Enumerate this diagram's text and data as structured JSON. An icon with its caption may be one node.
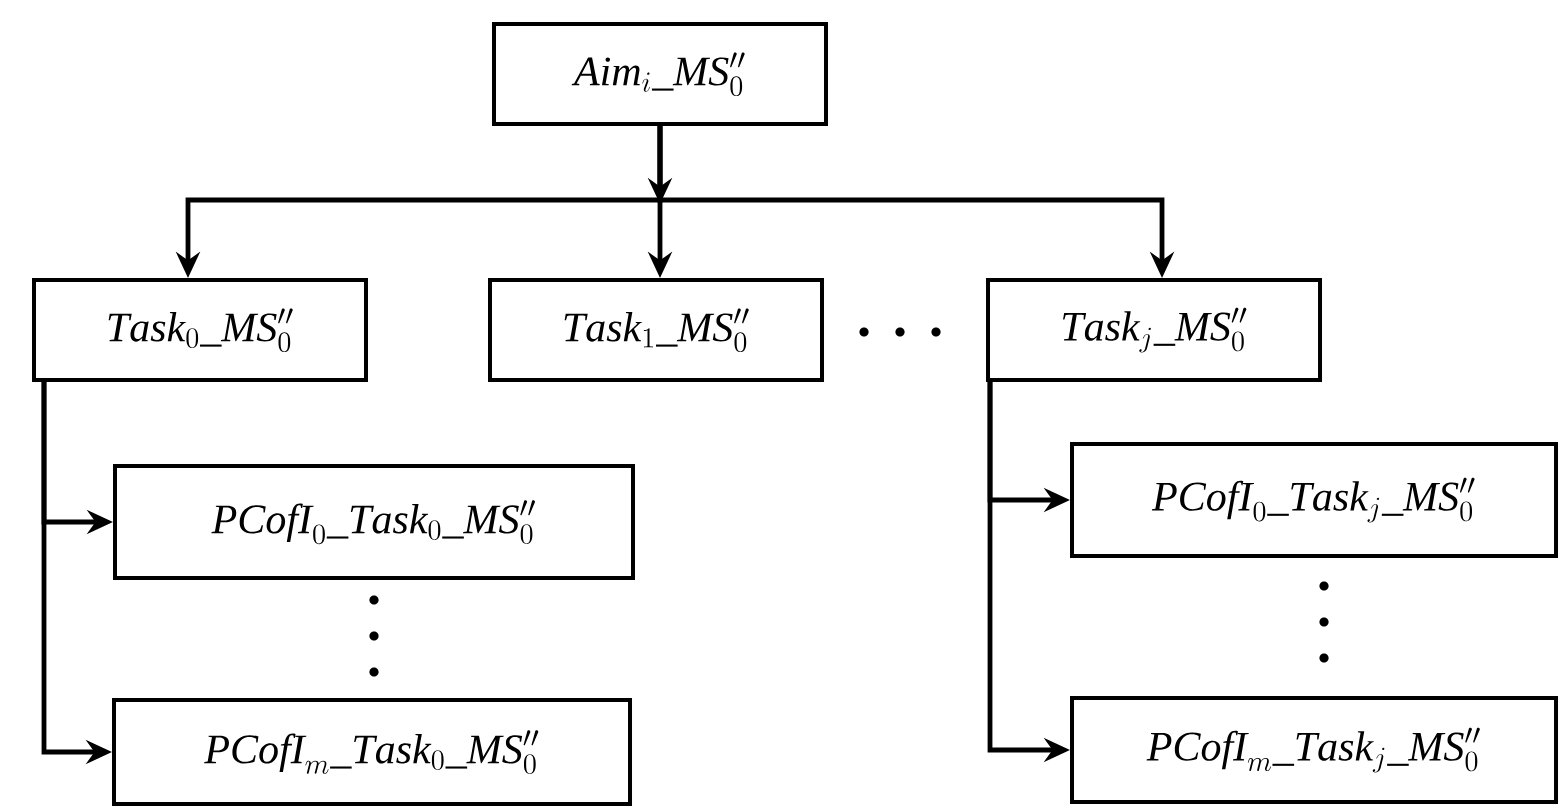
{
  "diagram": {
    "nodes": [
      {
        "text": [
          "\\mathit{Aim}_i\\_\\mathit{MS}''_0"
        ]
      },
      {
        "text": [
          "\\mathit{Task}_0\\_\\mathit{MS}''_0"
        ]
      },
      {
        "text": [
          "\\mathit{Task}_1\\_\\mathit{MS}''_0"
        ]
      },
      {
        "text": [
          "\\mathit{Task}_j\\_\\mathit{MS}''_0"
        ]
      },
      {
        "text": [
          "\\mathit{PCofI}_0\\_\\mathit{Task}_0\\_\\mathit{MS}''_0"
        ]
      },
      {
        "text": [
          "\\mathit{PCofI}_m\\_\\mathit{Task}_0\\_\\mathit{MS}''_0"
        ]
      },
      {
        "text": [
          "\\mathit{PCofI}_0\\_\\mathit{Task}_j\\_\\mathit{MS}''_0"
        ]
      },
      {
        "text": [
          "\\mathit{PCofI}_m\\_\\mathit{Task}_j\\_\\mathit{MS}''_0"
        ]
      }
    ],
    "edges": [
      {
        "from": 0,
        "to": 1,
        "arrow": "to"
      },
      {
        "from": 0,
        "to": 2,
        "arrow": "to"
      },
      {
        "from": 0,
        "to": 3,
        "arrow": "to"
      },
      {
        "from": 1,
        "to": 4,
        "arrow": "to"
      },
      {
        "from": 1,
        "to": 5,
        "arrow": "to"
      },
      {
        "from": 3,
        "to": 6,
        "arrow": "to"
      },
      {
        "from": 3,
        "to": 7,
        "arrow": "to"
      }
    ]
  }
}
